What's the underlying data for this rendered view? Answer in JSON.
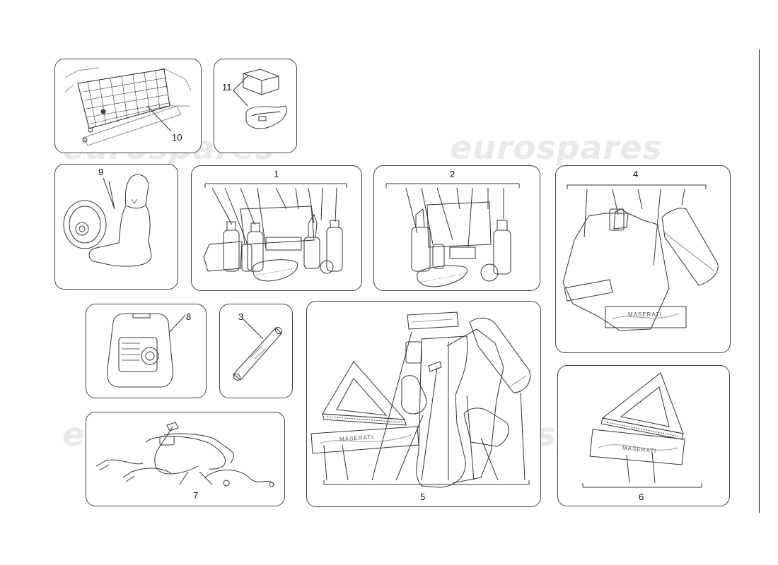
{
  "watermark": "eurospares",
  "callouts": {
    "c1": "1",
    "c2": "2",
    "c3": "3",
    "c4": "4",
    "c5": "5",
    "c6": "6",
    "c7": "7",
    "c8": "8",
    "c9": "9",
    "c10": "10",
    "c11": "11"
  },
  "labels": {
    "brand_bag_4": "MASERATI",
    "brand_bag_5": "MASERATI",
    "brand_bag_6": "MASERATI"
  }
}
